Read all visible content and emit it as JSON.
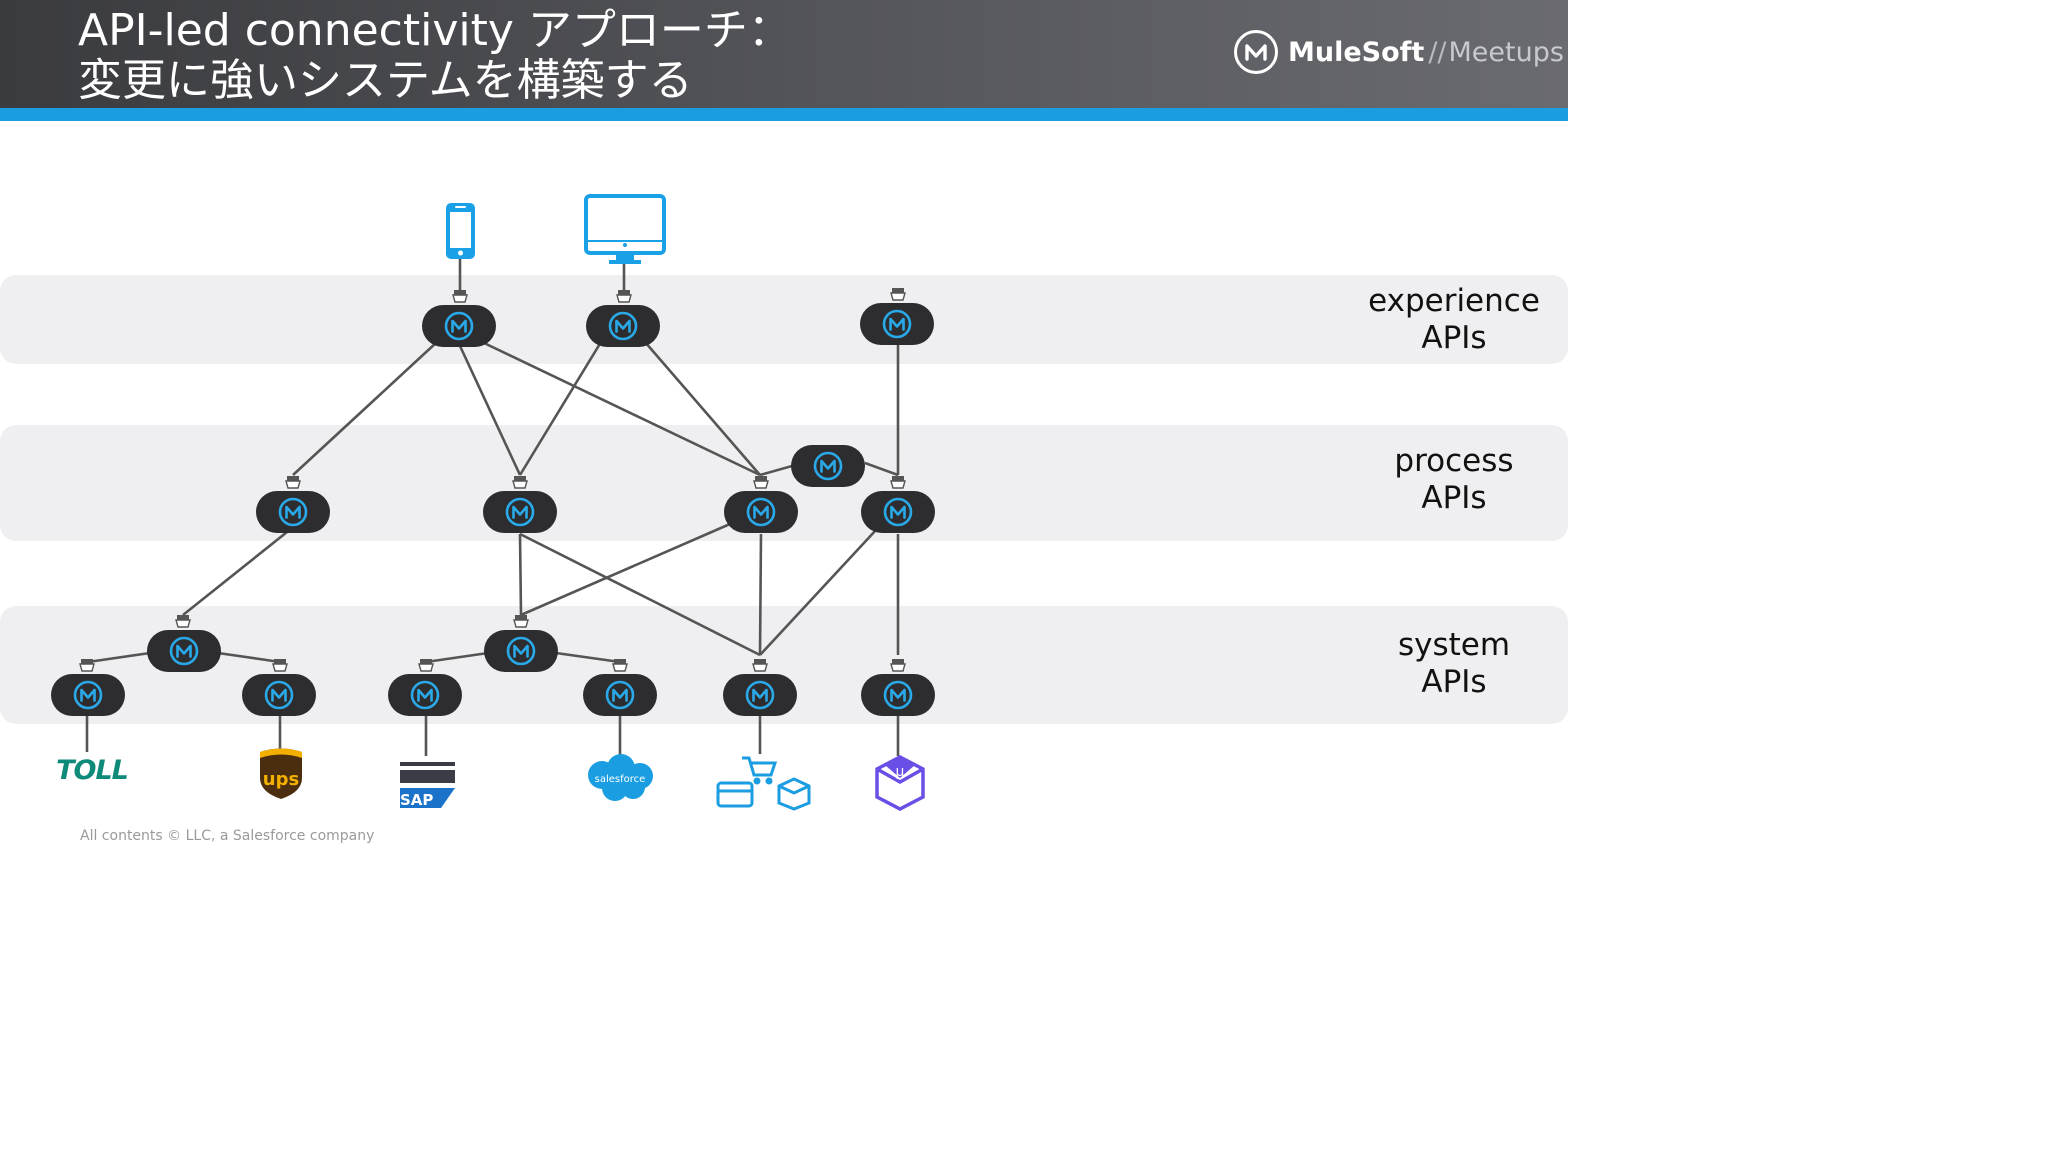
{
  "header": {
    "title_line1": "API-led connectivity アプローチ：",
    "title_line2": "変更に強いシステムを構築する",
    "logo": {
      "brand": "MuleSoft",
      "separator": "//",
      "program": "Meetups",
      "icon": "mulesoft-logo-icon"
    }
  },
  "tiers": {
    "experience": {
      "line1": "experience",
      "line2": "APIs"
    },
    "process": {
      "line1": "process",
      "line2": "APIs"
    },
    "system": {
      "line1": "system",
      "line2": "APIs"
    }
  },
  "nodes": {
    "experience": [
      "mule-api-node",
      "mule-api-node",
      "mule-api-node"
    ],
    "process": [
      "mule-api-node",
      "mule-api-node",
      "mule-api-node",
      "mule-api-node",
      "mule-api-node"
    ],
    "system": [
      "mule-api-node",
      "mule-api-node",
      "mule-api-node",
      "mule-api-node",
      "mule-api-node",
      "mule-api-node",
      "mule-api-node",
      "mule-api-node"
    ]
  },
  "clients": [
    "mobile-phone-icon",
    "desktop-monitor-icon"
  ],
  "backends": {
    "toll": {
      "label": "TOLL",
      "icon": "toll-logo"
    },
    "ups": {
      "label": "ups",
      "icon": "ups-logo"
    },
    "sap": {
      "label": "SAP",
      "icon": "sap-logo"
    },
    "salesforce": {
      "label": "salesforce",
      "icon": "salesforce-logo"
    },
    "commerce": {
      "icon": "shopping-cart-card-box-icon"
    },
    "microservice": {
      "label": "μ",
      "icon": "microservice-cube-icon"
    }
  },
  "footer": {
    "text": "All contents © LLC, a Salesforce company"
  },
  "colors": {
    "header_bg": "#4a4b50",
    "accent_blue": "#1b9de2",
    "band_bg": "#efeff1",
    "node_bg": "#2d2d30",
    "node_icon": "#2aa9e8",
    "edge": "#555555"
  }
}
